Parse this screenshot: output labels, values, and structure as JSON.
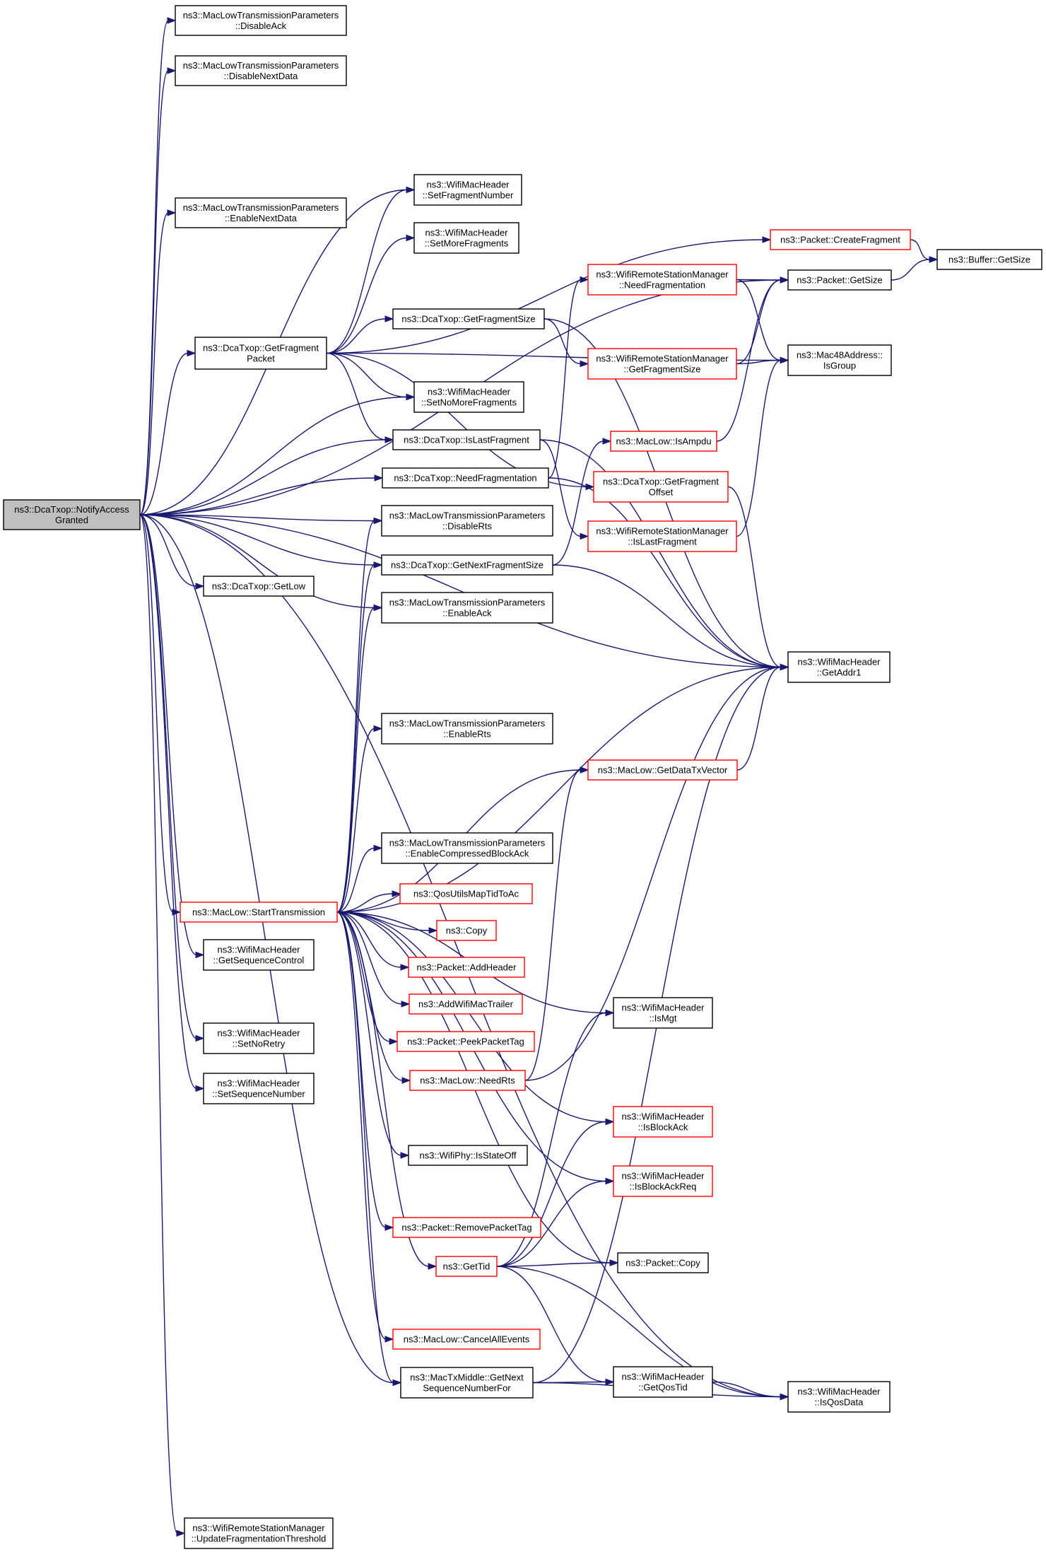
{
  "nodes": [
    {
      "id": "root",
      "lines": [
        "ns3::DcaTxop::NotifyAccess",
        "Granted"
      ],
      "style": "root"
    },
    {
      "id": "disableack",
      "lines": [
        "ns3::MacLowTransmissionParameters",
        "::DisableAck"
      ],
      "style": "black"
    },
    {
      "id": "disablenextdata",
      "lines": [
        "ns3::MacLowTransmissionParameters",
        "::DisableNextData"
      ],
      "style": "black"
    },
    {
      "id": "enablenextdata",
      "lines": [
        "ns3::MacLowTransmissionParameters",
        "::EnableNextData"
      ],
      "style": "black"
    },
    {
      "id": "getfragmentpacket",
      "lines": [
        "ns3::DcaTxop::GetFragment",
        "Packet"
      ],
      "style": "black"
    },
    {
      "id": "getlow",
      "lines": [
        "ns3::DcaTxop::GetLow"
      ],
      "style": "black"
    },
    {
      "id": "starttransmission",
      "lines": [
        "ns3::MacLow::StartTransmission"
      ],
      "style": "red"
    },
    {
      "id": "getsequencecontrol",
      "lines": [
        "ns3::WifiMacHeader",
        "::GetSequenceControl"
      ],
      "style": "black"
    },
    {
      "id": "setnoretry",
      "lines": [
        "ns3::WifiMacHeader",
        "::SetNoRetry"
      ],
      "style": "black"
    },
    {
      "id": "setsequencenumber",
      "lines": [
        "ns3::WifiMacHeader",
        "::SetSequenceNumber"
      ],
      "style": "black"
    },
    {
      "id": "updatefragthreshold",
      "lines": [
        "ns3::WifiRemoteStationManager",
        "::UpdateFragmentationThreshold"
      ],
      "style": "black"
    },
    {
      "id": "setfragmentnumber",
      "lines": [
        "ns3::WifiMacHeader",
        "::SetFragmentNumber"
      ],
      "style": "black"
    },
    {
      "id": "setmorefragments",
      "lines": [
        "ns3::WifiMacHeader",
        "::SetMoreFragments"
      ],
      "style": "black"
    },
    {
      "id": "getfragmentsize",
      "lines": [
        "ns3::DcaTxop::GetFragmentSize"
      ],
      "style": "black"
    },
    {
      "id": "setnomorefragments",
      "lines": [
        "ns3::WifiMacHeader",
        "::SetNoMoreFragments"
      ],
      "style": "black"
    },
    {
      "id": "islastfragment",
      "lines": [
        "ns3::DcaTxop::IsLastFragment"
      ],
      "style": "black"
    },
    {
      "id": "needfragmentation",
      "lines": [
        "ns3::DcaTxop::NeedFragmentation"
      ],
      "style": "black"
    },
    {
      "id": "disablerts",
      "lines": [
        "ns3::MacLowTransmissionParameters",
        "::DisableRts"
      ],
      "style": "black"
    },
    {
      "id": "getnextfragmentsize",
      "lines": [
        "ns3::DcaTxop::GetNextFragmentSize"
      ],
      "style": "black"
    },
    {
      "id": "enableack",
      "lines": [
        "ns3::MacLowTransmissionParameters",
        "::EnableAck"
      ],
      "style": "black"
    },
    {
      "id": "enablerts",
      "lines": [
        "ns3::MacLowTransmissionParameters",
        "::EnableRts"
      ],
      "style": "black"
    },
    {
      "id": "enablecompressedblockack",
      "lines": [
        "ns3::MacLowTransmissionParameters",
        "::EnableCompressedBlockAck"
      ],
      "style": "black"
    },
    {
      "id": "qosutilsmaptidtoac",
      "lines": [
        "ns3::QosUtilsMapTidToAc"
      ],
      "style": "red"
    },
    {
      "id": "copy",
      "lines": [
        "ns3::Copy"
      ],
      "style": "red"
    },
    {
      "id": "addheader",
      "lines": [
        "ns3::Packet::AddHeader"
      ],
      "style": "red"
    },
    {
      "id": "addwifimactrailer",
      "lines": [
        "ns3::AddWifiMacTrailer"
      ],
      "style": "red"
    },
    {
      "id": "peekpackettag",
      "lines": [
        "ns3::Packet::PeekPacketTag"
      ],
      "style": "red"
    },
    {
      "id": "needrts",
      "lines": [
        "ns3::MacLow::NeedRts"
      ],
      "style": "red"
    },
    {
      "id": "isstateoff",
      "lines": [
        "ns3::WifiPhy::IsStateOff"
      ],
      "style": "black"
    },
    {
      "id": "removepackettag",
      "lines": [
        "ns3::Packet::RemovePacketTag"
      ],
      "style": "red"
    },
    {
      "id": "gettid",
      "lines": [
        "ns3::GetTid"
      ],
      "style": "red"
    },
    {
      "id": "cancelallevents",
      "lines": [
        "ns3::MacLow::CancelAllEvents"
      ],
      "style": "red"
    },
    {
      "id": "getnextsequencenumberfor",
      "lines": [
        "ns3::MacTxMiddle::GetNext",
        "SequenceNumberFor"
      ],
      "style": "black"
    },
    {
      "id": "createfragment",
      "lines": [
        "ns3::Packet::CreateFragment"
      ],
      "style": "red"
    },
    {
      "id": "wrsm_needfragmentation",
      "lines": [
        "ns3::WifiRemoteStationManager",
        "::NeedFragmentation"
      ],
      "style": "red"
    },
    {
      "id": "wrsm_getfragmentsize",
      "lines": [
        "ns3::WifiRemoteStationManager",
        "::GetFragmentSize"
      ],
      "style": "red"
    },
    {
      "id": "isampdu",
      "lines": [
        "ns3::MacLow::IsAmpdu"
      ],
      "style": "red"
    },
    {
      "id": "getfragmentoffset",
      "lines": [
        "ns3::DcaTxop::GetFragment",
        "Offset"
      ],
      "style": "red"
    },
    {
      "id": "wrsm_islastfragment",
      "lines": [
        "ns3::WifiRemoteStationManager",
        "::IsLastFragment"
      ],
      "style": "red"
    },
    {
      "id": "getdatatxvector",
      "lines": [
        "ns3::MacLow::GetDataTxVector"
      ],
      "style": "red"
    },
    {
      "id": "ismgt",
      "lines": [
        "ns3::WifiMacHeader",
        "::IsMgt"
      ],
      "style": "black"
    },
    {
      "id": "isblockack",
      "lines": [
        "ns3::WifiMacHeader",
        "::IsBlockAck"
      ],
      "style": "red"
    },
    {
      "id": "isblockackreq",
      "lines": [
        "ns3::WifiMacHeader",
        "::IsBlockAckReq"
      ],
      "style": "red"
    },
    {
      "id": "packetcopy",
      "lines": [
        "ns3::Packet::Copy"
      ],
      "style": "black"
    },
    {
      "id": "getqostid",
      "lines": [
        "ns3::WifiMacHeader",
        "::GetQosTid"
      ],
      "style": "black"
    },
    {
      "id": "packetgetsize",
      "lines": [
        "ns3::Packet::GetSize"
      ],
      "style": "black"
    },
    {
      "id": "isgroup",
      "lines": [
        "ns3::Mac48Address::",
        "IsGroup"
      ],
      "style": "black"
    },
    {
      "id": "getaddr1",
      "lines": [
        "ns3::WifiMacHeader",
        "::GetAddr1"
      ],
      "style": "black"
    },
    {
      "id": "isqosdata",
      "lines": [
        "ns3::WifiMacHeader",
        "::IsQosData"
      ],
      "style": "black"
    },
    {
      "id": "buffergetsize",
      "lines": [
        "ns3::Buffer::GetSize"
      ],
      "style": "black"
    }
  ],
  "edges": [
    [
      "root",
      "disableack"
    ],
    [
      "root",
      "disablenextdata"
    ],
    [
      "root",
      "enablenextdata"
    ],
    [
      "root",
      "getfragmentpacket"
    ],
    [
      "root",
      "getlow"
    ],
    [
      "root",
      "starttransmission"
    ],
    [
      "root",
      "getsequencecontrol"
    ],
    [
      "root",
      "setnoretry"
    ],
    [
      "root",
      "setsequencenumber"
    ],
    [
      "root",
      "updatefragthreshold"
    ],
    [
      "root",
      "setfragmentnumber"
    ],
    [
      "root",
      "packetgetsize"
    ],
    [
      "root",
      "setnomorefragments"
    ],
    [
      "root",
      "islastfragment"
    ],
    [
      "root",
      "needfragmentation"
    ],
    [
      "root",
      "disablerts"
    ],
    [
      "root",
      "getnextfragmentsize"
    ],
    [
      "root",
      "enableack"
    ],
    [
      "root",
      "isqosdata"
    ],
    [
      "root",
      "getaddr1"
    ],
    [
      "root",
      "getnextsequencenumberfor"
    ],
    [
      "getfragmentpacket",
      "setfragmentnumber"
    ],
    [
      "getfragmentpacket",
      "setmorefragments"
    ],
    [
      "getfragmentpacket",
      "createfragment"
    ],
    [
      "getfragmentpacket",
      "getfragmentsize"
    ],
    [
      "getfragmentpacket",
      "setnomorefragments"
    ],
    [
      "getfragmentpacket",
      "islastfragment"
    ],
    [
      "getfragmentpacket",
      "getfragmentoffset"
    ],
    [
      "getfragmentpacket",
      "isgroup"
    ],
    [
      "getfragmentsize",
      "wrsm_getfragmentsize"
    ],
    [
      "getfragmentsize",
      "getaddr1"
    ],
    [
      "islastfragment",
      "wrsm_islastfragment"
    ],
    [
      "islastfragment",
      "getaddr1"
    ],
    [
      "needfragmentation",
      "wrsm_needfragmentation"
    ],
    [
      "needfragmentation",
      "getaddr1"
    ],
    [
      "getnextfragmentsize",
      "isampdu"
    ],
    [
      "getnextfragmentsize",
      "getaddr1"
    ],
    [
      "starttransmission",
      "disablerts"
    ],
    [
      "starttransmission",
      "enableack"
    ],
    [
      "starttransmission",
      "enablerts"
    ],
    [
      "starttransmission",
      "getdatatxvector"
    ],
    [
      "starttransmission",
      "ismgt"
    ],
    [
      "starttransmission",
      "enablecompressedblockack"
    ],
    [
      "starttransmission",
      "qosutilsmaptidtoac"
    ],
    [
      "starttransmission",
      "copy"
    ],
    [
      "starttransmission",
      "addheader"
    ],
    [
      "starttransmission",
      "addwifimactrailer"
    ],
    [
      "starttransmission",
      "peekpackettag"
    ],
    [
      "starttransmission",
      "needrts"
    ],
    [
      "starttransmission",
      "isblockack"
    ],
    [
      "starttransmission",
      "isstateoff"
    ],
    [
      "starttransmission",
      "isblockackreq"
    ],
    [
      "starttransmission",
      "removepackettag"
    ],
    [
      "starttransmission",
      "gettid"
    ],
    [
      "starttransmission",
      "packetcopy"
    ],
    [
      "starttransmission",
      "cancelallevents"
    ],
    [
      "starttransmission",
      "getnextsequencenumberfor"
    ],
    [
      "starttransmission",
      "getaddr1"
    ],
    [
      "starttransmission",
      "getnextfragmentsize"
    ],
    [
      "gettid",
      "ismgt"
    ],
    [
      "gettid",
      "isblockack"
    ],
    [
      "gettid",
      "isblockackreq"
    ],
    [
      "gettid",
      "packetcopy"
    ],
    [
      "gettid",
      "getqostid"
    ],
    [
      "gettid",
      "isqosdata"
    ],
    [
      "needrts",
      "getdatatxvector"
    ],
    [
      "needrts",
      "getaddr1"
    ],
    [
      "getnextsequencenumberfor",
      "getqostid"
    ],
    [
      "getnextsequencenumberfor",
      "isqosdata"
    ],
    [
      "getnextsequencenumberfor",
      "getaddr1"
    ],
    [
      "createfragment",
      "buffergetsize"
    ],
    [
      "packetgetsize",
      "buffergetsize"
    ],
    [
      "wrsm_needfragmentation",
      "packetgetsize"
    ],
    [
      "wrsm_needfragmentation",
      "isgroup"
    ],
    [
      "wrsm_getfragmentsize",
      "packetgetsize"
    ],
    [
      "wrsm_getfragmentsize",
      "isgroup"
    ],
    [
      "isampdu",
      "packetgetsize"
    ],
    [
      "getfragmentoffset",
      "getaddr1"
    ],
    [
      "wrsm_islastfragment",
      "isgroup"
    ],
    [
      "getdatatxvector",
      "getaddr1"
    ],
    [
      "getqostid",
      "isqosdata"
    ]
  ]
}
